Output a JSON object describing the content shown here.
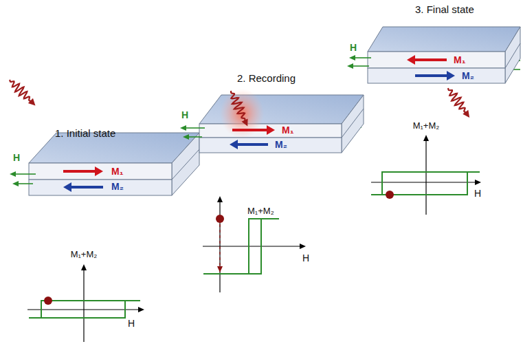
{
  "diagram": {
    "labels": [
      "1. Initial state",
      "H",
      "M₁",
      "M₂",
      "M₁+M₂",
      "H",
      "2. Recording",
      "H",
      "M₁",
      "M₂",
      "M₁+M₂",
      "H",
      "3. Final state",
      "H",
      "M₁",
      "M₂",
      "M₁+M₂",
      "H"
    ]
  }
}
